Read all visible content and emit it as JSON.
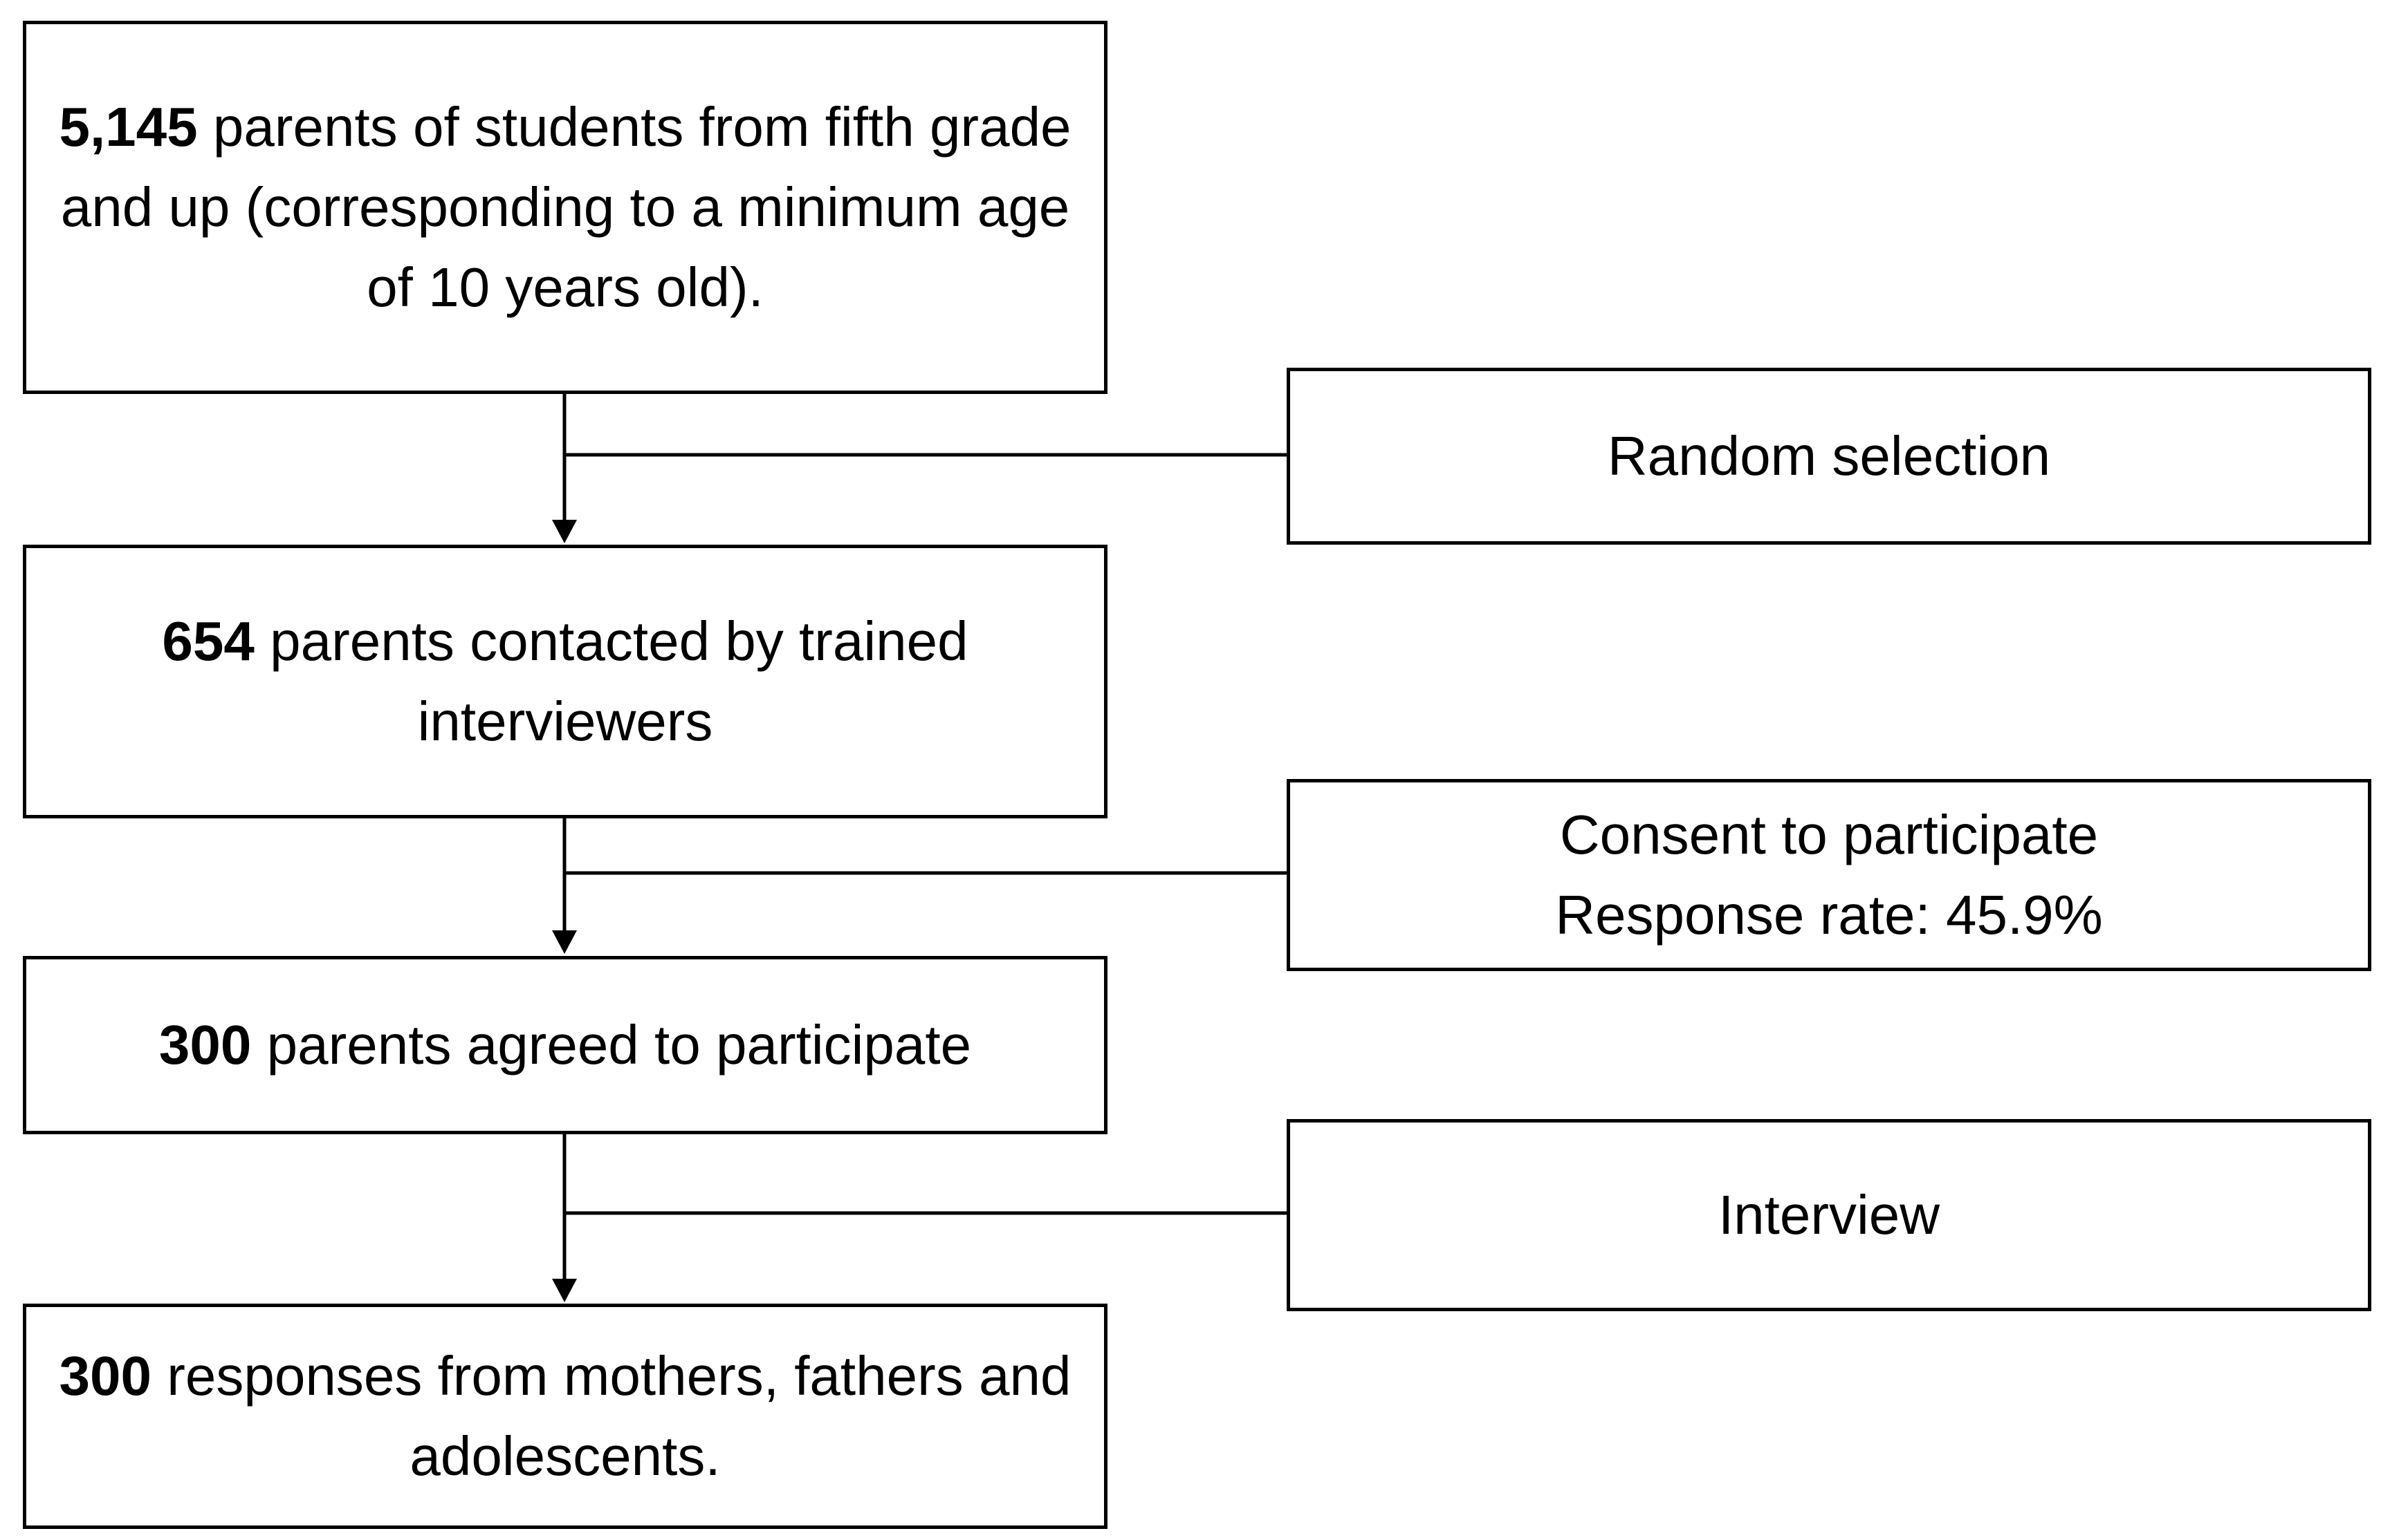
{
  "steps": [
    {
      "count": "5,145",
      "text": " parents of students from fifth grade and up (corresponding to a minimum age of 10 years old)."
    },
    {
      "count": "654",
      "text": " parents contacted by trained interviewers"
    },
    {
      "count": "300",
      "text": " parents agreed to participate"
    },
    {
      "count": "300",
      "text": " responses from mothers, fathers and adolescents."
    }
  ],
  "side_labels": {
    "random_selection": "Random selection",
    "consent_line1": "Consent to participate",
    "consent_line2": "Response rate: 45.9%",
    "interview": "Interview"
  }
}
